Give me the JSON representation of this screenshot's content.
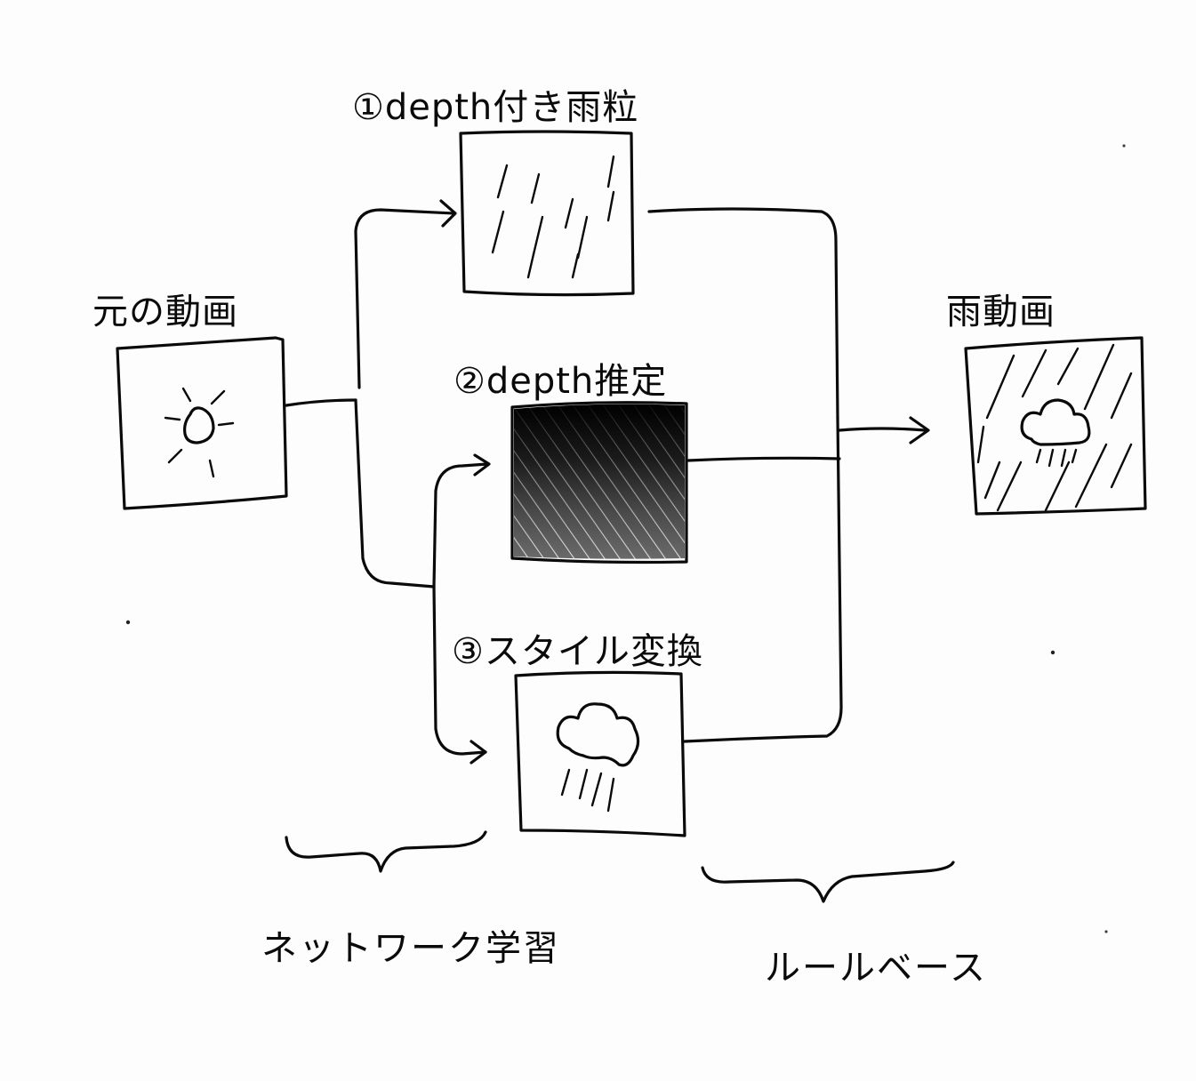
{
  "nodes": {
    "source": {
      "label": "元の動画"
    },
    "rain_drops": {
      "label": "①depth付き雨粒"
    },
    "depth_estimation": {
      "label": "②depth推定"
    },
    "style_transfer": {
      "label": "③スタイル変換"
    },
    "output": {
      "label": "雨動画"
    }
  },
  "groups": {
    "network": {
      "label": "ネットワーク学習"
    },
    "rule_based": {
      "label": "ルールベース"
    }
  },
  "icons": {
    "source": "sun-icon",
    "rain_drops": "rain-streaks-icon",
    "depth_estimation": "depth-map-hatching",
    "style_transfer": "rain-cloud-icon",
    "output": "rain-cloud-icon"
  }
}
